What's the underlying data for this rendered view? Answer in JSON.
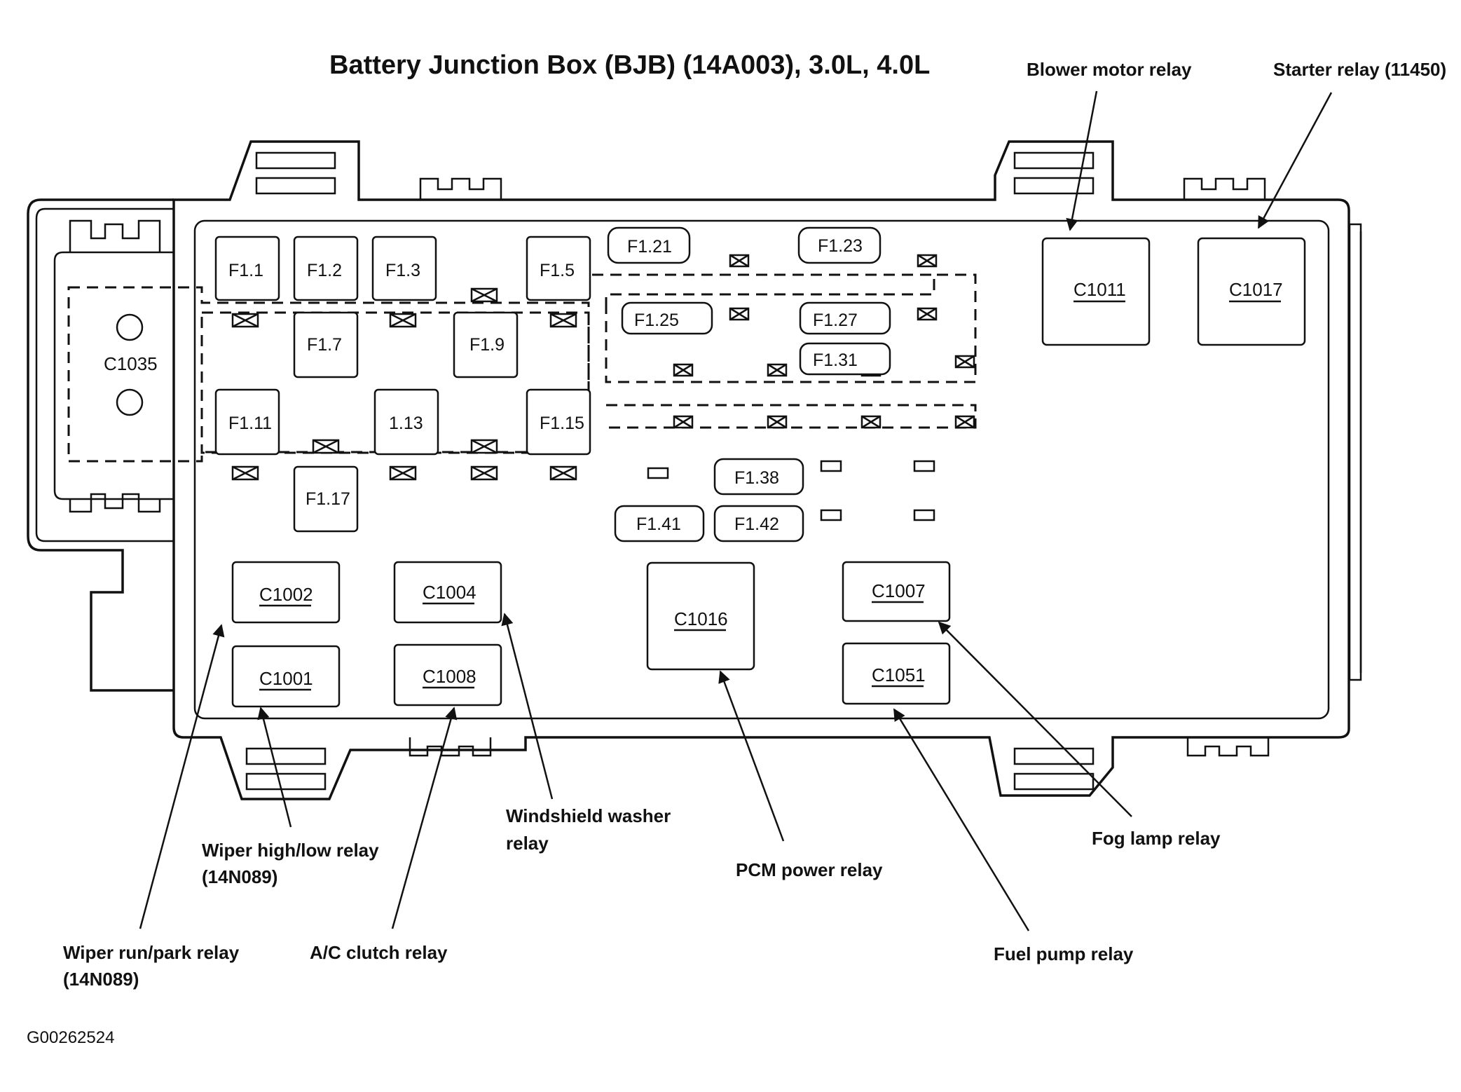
{
  "title": "Battery Junction Box (BJB) (14A003), 3.0L, 4.0L",
  "image_code": "G00262524",
  "fuses": {
    "f1_1": "F1.1",
    "f1_2": "F1.2",
    "f1_3": "F1.3",
    "f1_5": "F1.5",
    "f1_7": "F1.7",
    "f1_9": "F1.9",
    "f1_11": "F1.11",
    "f1_13": "1.13",
    "f1_15": "F1.15",
    "f1_17": "F1.17",
    "f1_21": "F1.21",
    "f1_23": "F1.23",
    "f1_25": "F1.25",
    "f1_27": "F1.27",
    "f1_31": "F1.31",
    "f1_38": "F1.38",
    "f1_41": "F1.41",
    "f1_42": "F1.42"
  },
  "connectors": {
    "c1035": "C1035",
    "c1011": "C1011",
    "c1017": "C1017",
    "c1002": "C1002",
    "c1001": "C1001",
    "c1004": "C1004",
    "c1008": "C1008",
    "c1016": "C1016",
    "c1007": "C1007",
    "c1051": "C1051"
  },
  "callouts": {
    "blower_motor_relay": "Blower motor relay",
    "starter_relay": "Starter relay (11450)",
    "wiper_high_low_relay_1": "Wiper high/low relay",
    "wiper_high_low_relay_2": "(14N089)",
    "windshield_washer_relay_1": "Windshield washer",
    "windshield_washer_relay_2": "relay",
    "pcm_power_relay": "PCM power relay",
    "fog_lamp_relay": "Fog lamp relay",
    "wiper_run_park_relay_1": "Wiper run/park relay",
    "wiper_run_park_relay_2": "(14N089)",
    "ac_clutch_relay": "A/C clutch relay",
    "fuel_pump_relay": "Fuel pump relay"
  }
}
